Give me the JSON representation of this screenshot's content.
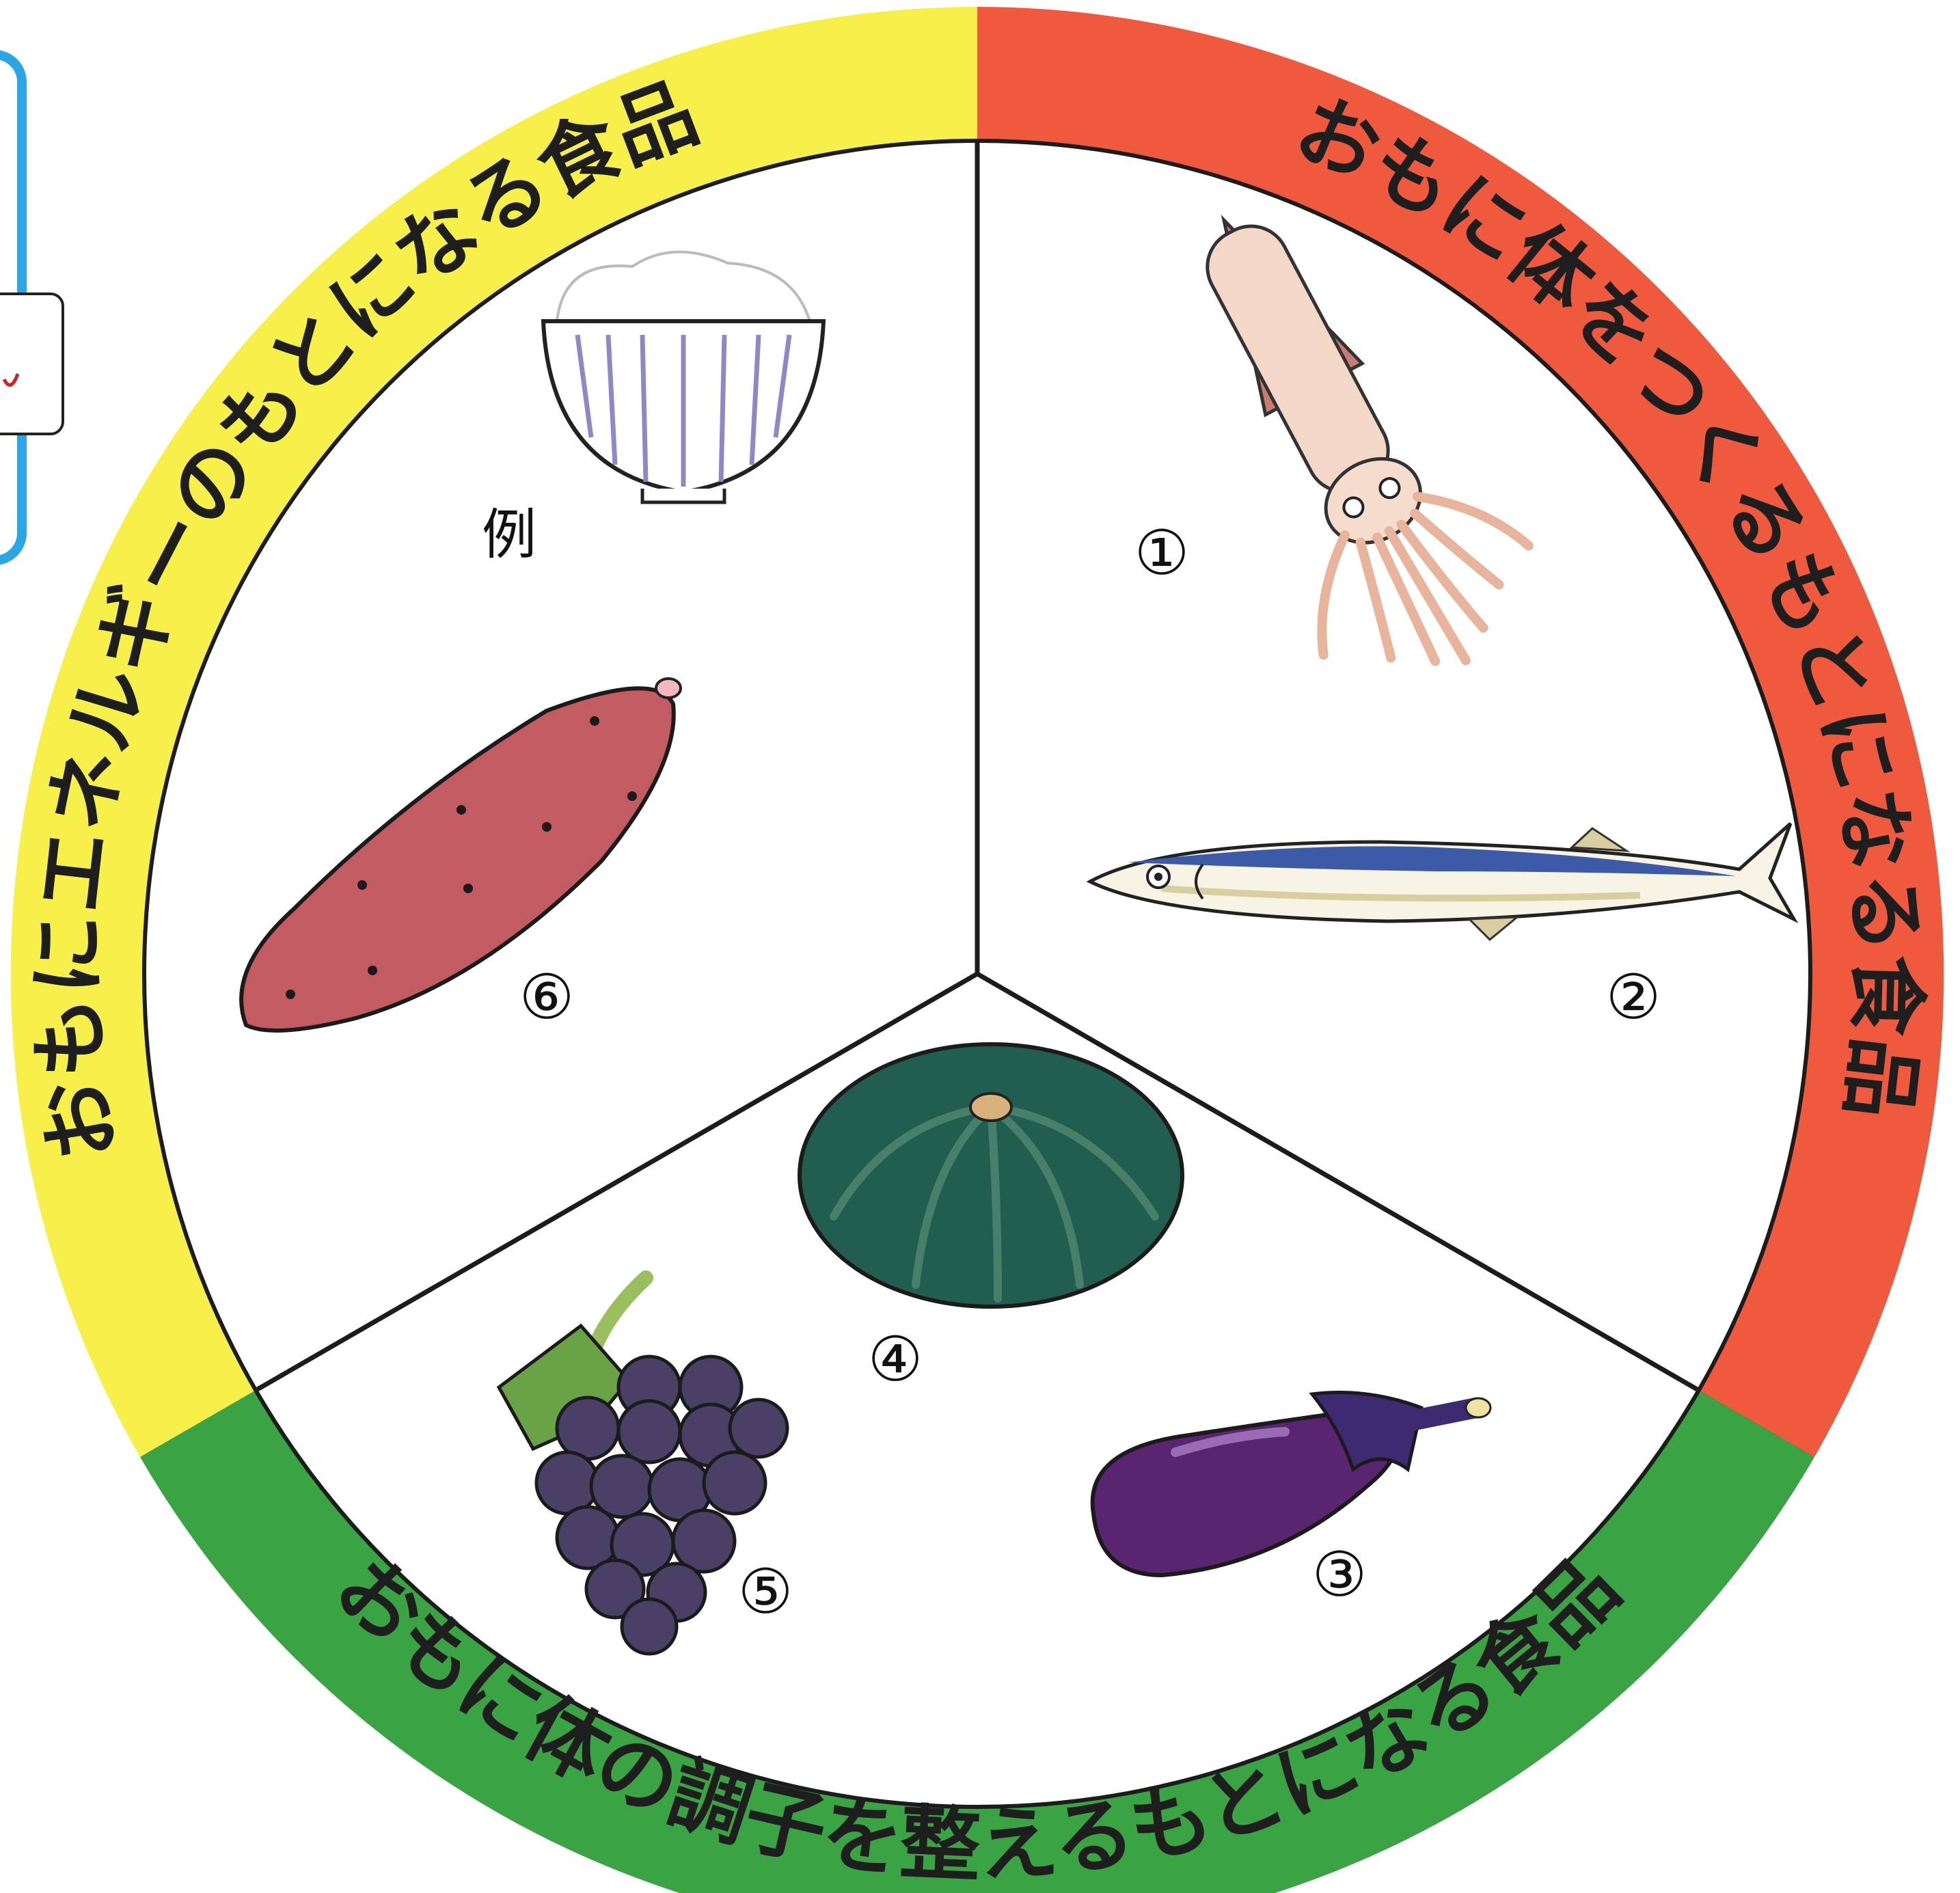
{
  "sections": [
    {
      "id": "red",
      "color": "#ef5a3f",
      "label": "おもに体をつくるもとになる食品"
    },
    {
      "id": "green",
      "color": "#3aa343",
      "label": "おもに体の調子を整えるもとになる食品"
    },
    {
      "id": "yellow",
      "color": "#f7f04a",
      "label": "おもにエネルギーのもとになる食品"
    }
  ],
  "items": [
    {
      "icon": "rice-bowl-icon",
      "label": "例"
    },
    {
      "icon": "squid-icon",
      "label": "①"
    },
    {
      "icon": "saury-fish-icon",
      "label": "②"
    },
    {
      "icon": "eggplant-icon",
      "label": "③"
    },
    {
      "icon": "pumpkin-icon",
      "label": "④"
    },
    {
      "icon": "grapes-icon",
      "label": "⑤"
    },
    {
      "icon": "sweet-potato-icon",
      "label": "⑥"
    }
  ]
}
